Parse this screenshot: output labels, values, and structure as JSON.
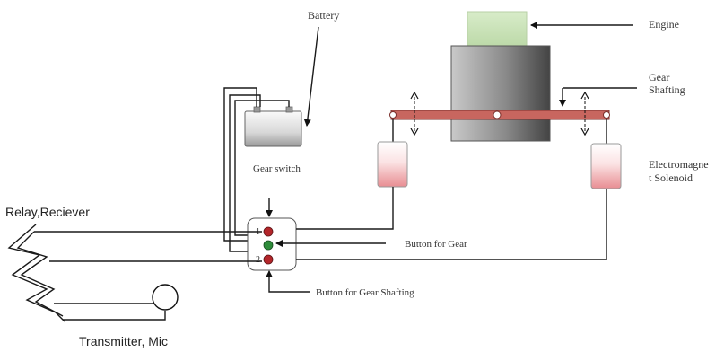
{
  "labels": {
    "battery": "Battery",
    "engine": "Engine",
    "gear_shafting_line1": "Gear",
    "gear_shafting_line2": "Shafting",
    "gear_switch": "Gear switch",
    "electromagnet_line1": "Electromagne",
    "electromagnet_line2": "t Solenoid",
    "relay_receiver": "Relay,Reciever",
    "button_for_gear": "Button for Gear",
    "button_for_gear_shafting": "Button for Gear Shafting",
    "transmitter_mic": "Transmitter, Mic",
    "pin_1": "1",
    "pin_2": "2"
  },
  "colors": {
    "engine_fill": "#cfe6bf",
    "rod_fill": "#c8665f",
    "button_red": "#b3262a",
    "button_green": "#2e8b3a",
    "solenoid_fill": "#f2b9bb"
  }
}
